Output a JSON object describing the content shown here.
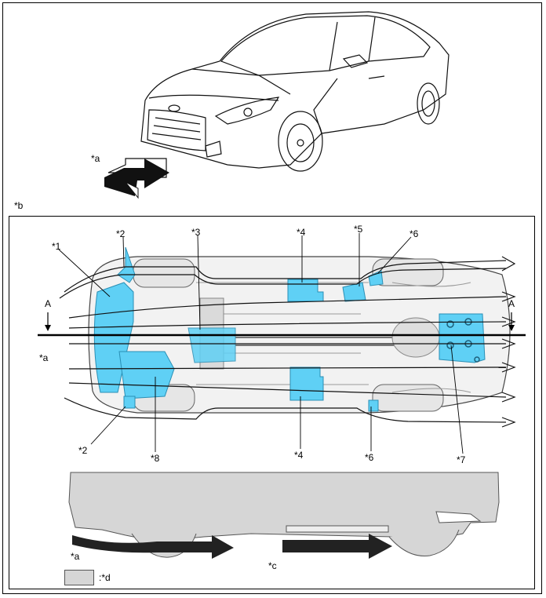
{
  "labels": {
    "a_car": "*a",
    "b": "*b",
    "p1": "*1",
    "p2_top": "*2",
    "p3": "*3",
    "p4_top": "*4",
    "p5": "*5",
    "p6_top": "*6",
    "a_left": "*a",
    "p2_bottom": "*2",
    "p8": "*8",
    "p4_bottom": "*4",
    "p6_bottom": "*6",
    "p7": "*7",
    "A_left": "A",
    "A_right": "A",
    "a_side": "*a",
    "c": "*c",
    "legend_text": ":*d"
  },
  "colors": {
    "highlight": "#5fd0f5",
    "highlight_dark": "#2a8fb5",
    "legend_gray": "#d6d6d6",
    "arrow_dark": "#222222",
    "line": "#000000"
  }
}
